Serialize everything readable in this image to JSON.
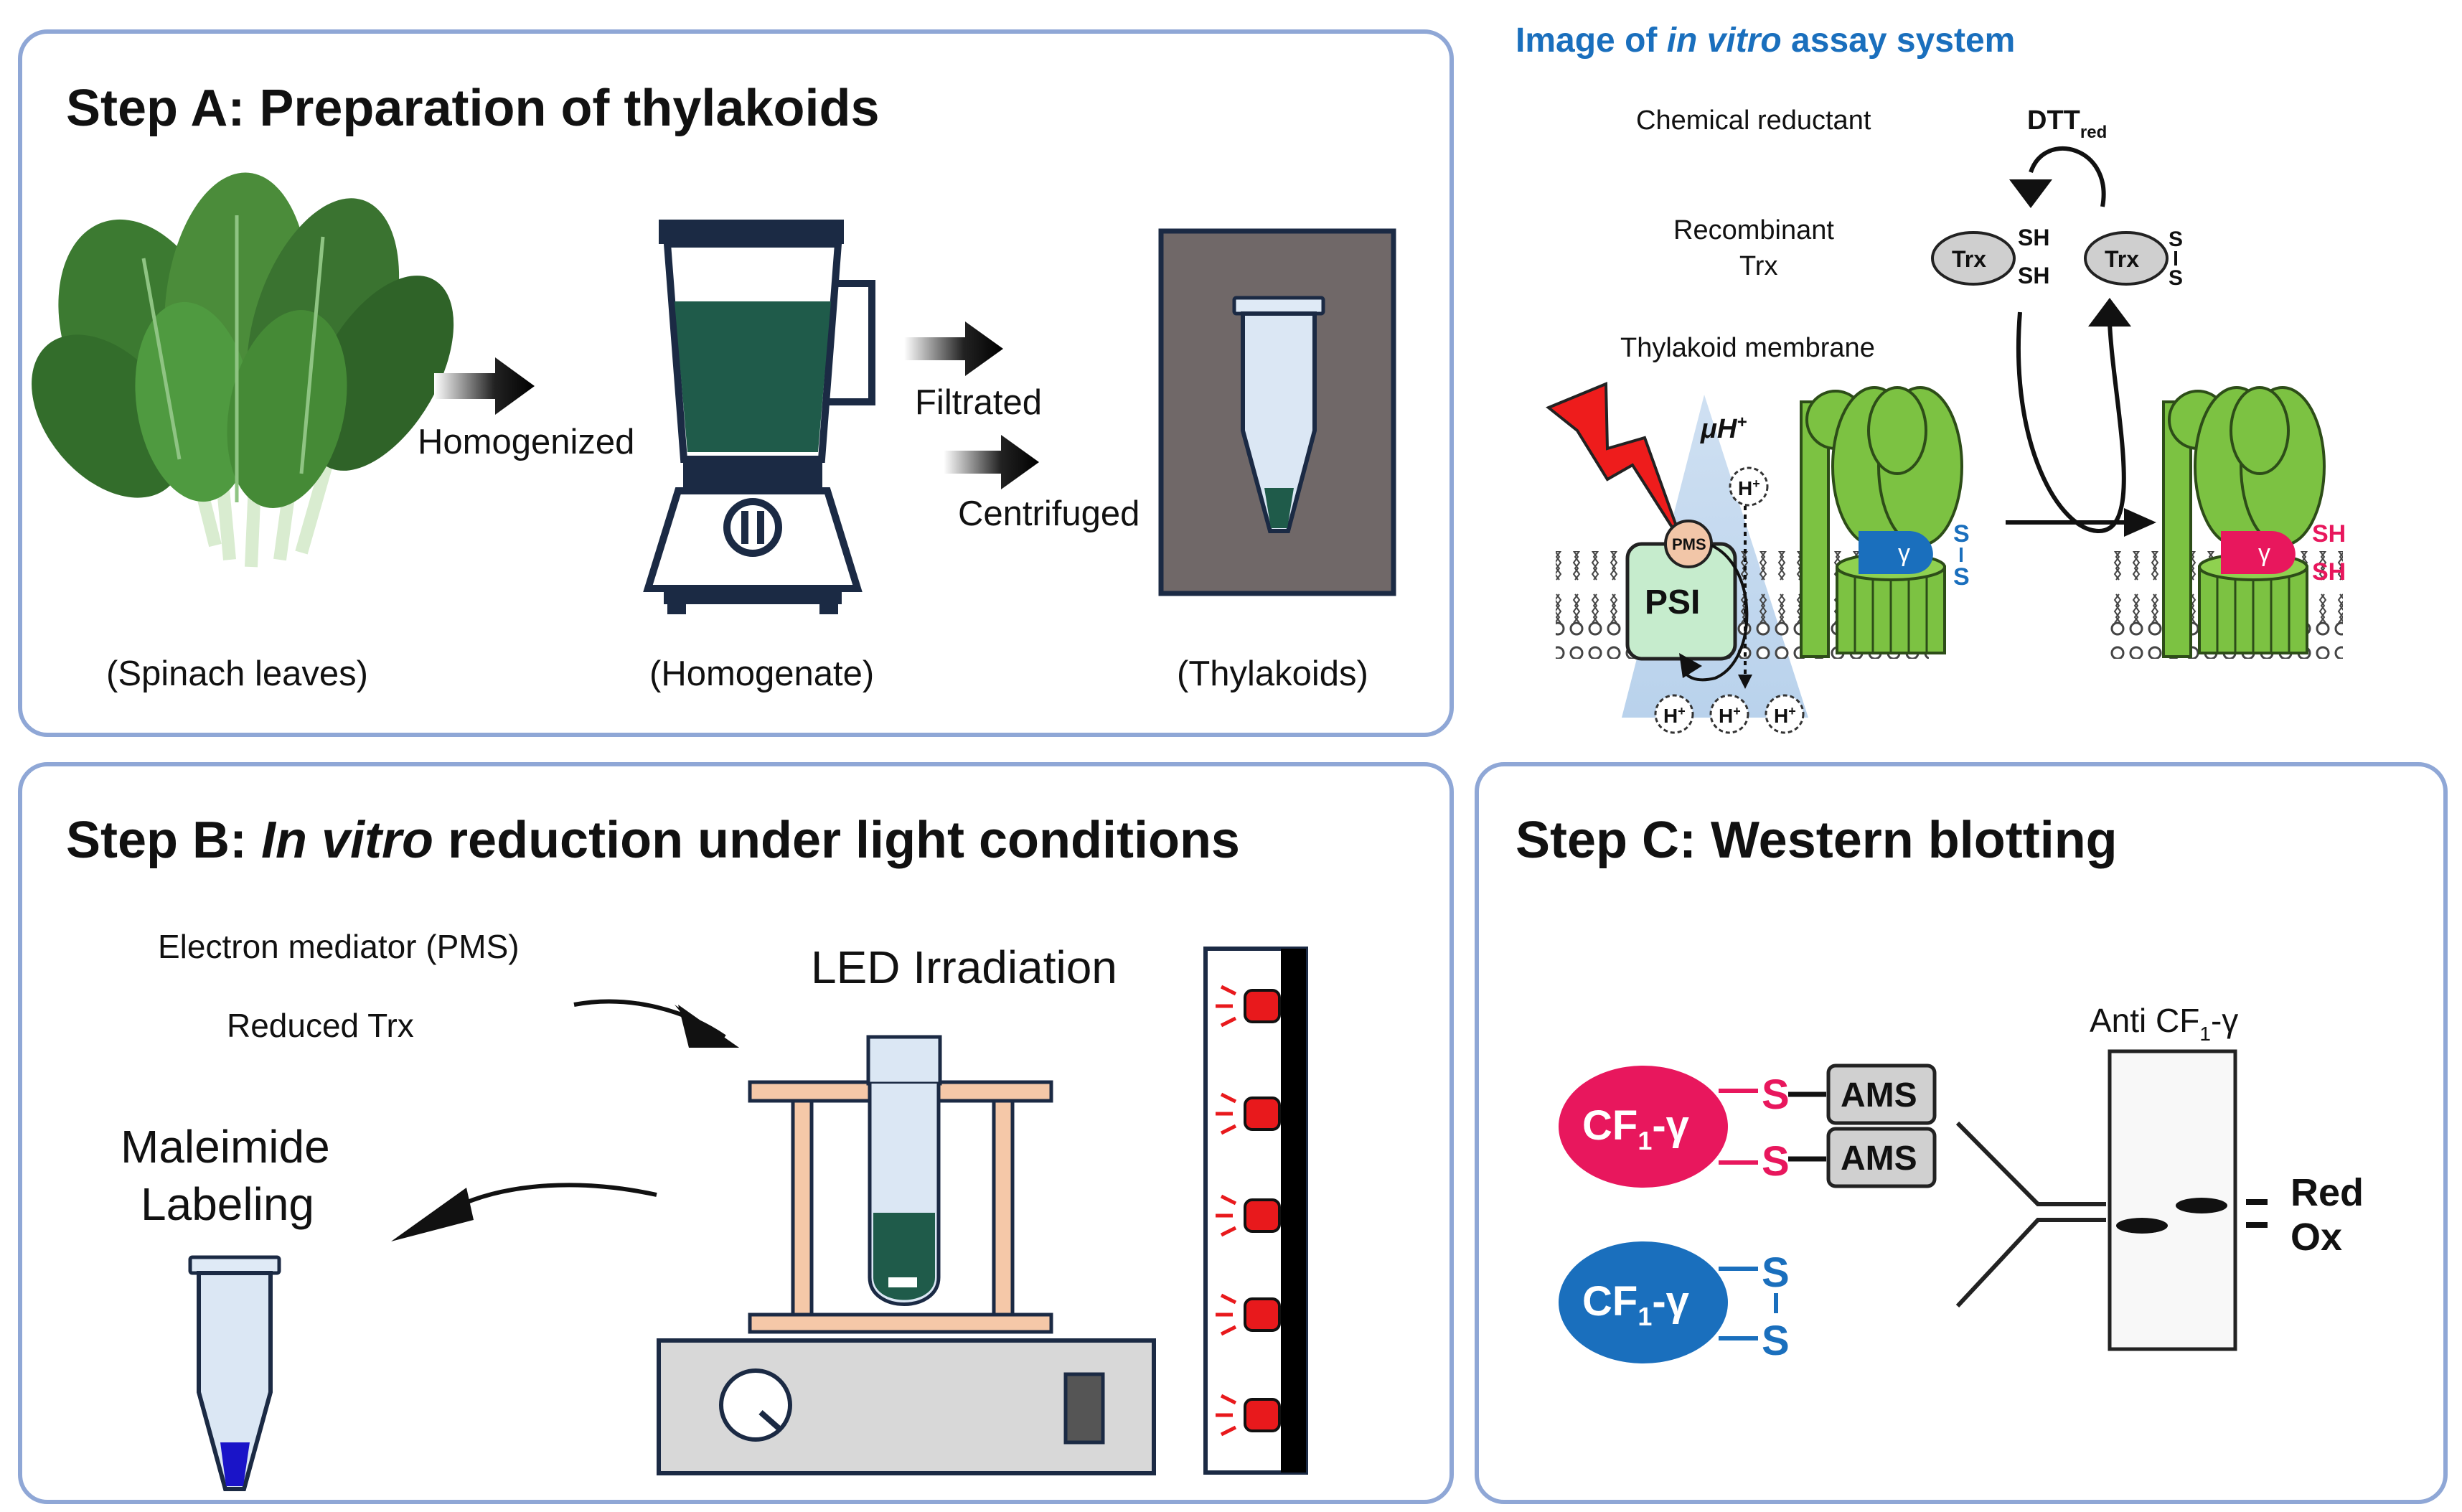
{
  "colors": {
    "panel_border": "#8fa7d6",
    "accent_blue": "#1a6fbd",
    "accent_red": "#e8175d",
    "leaf_green": "#7cc242",
    "homogenate_green": "#1f5b4a",
    "maleimide_blue": "#1a14c8"
  },
  "step_a": {
    "title": "Step A: Preparation of thylakoids",
    "arrow1_label": "Homogenized",
    "arrow2_label": "Filtrated",
    "arrow3_label": "Centrifuged",
    "caption_leaves": "(Spinach leaves)",
    "caption_homogenate": "(Homogenate)",
    "caption_thylakoids": "(Thylakoids)"
  },
  "assay": {
    "title_pre": "Image of ",
    "title_em": "in vitro",
    "title_post": " assay system",
    "chemical_reductant": "Chemical reductant",
    "dtt": "DTT",
    "dtt_sub": "red",
    "recombinant": "Recombinant",
    "trx_word": "Trx",
    "thylakoid_membrane": "Thylakoid membrane",
    "trx_label": "Trx",
    "sh": "SH",
    "s": "S",
    "mu_h": "μH",
    "mu_h_sup": "+",
    "h_plus": "H",
    "h_plus_sup": "+",
    "pms": "PMS",
    "psi": "PSI",
    "gamma": "γ"
  },
  "step_b": {
    "title_pre": "Step B: ",
    "title_em": "In vitro",
    "title_post": " reduction under light conditions",
    "mediator": "Electron mediator (PMS)",
    "reduced_trx": "Reduced Trx",
    "led": "LED Irradiation",
    "maleimide1": "Maleimide",
    "maleimide2": "Labeling"
  },
  "step_c": {
    "title": "Step C: Western blotting",
    "cf_pre": "CF",
    "cf_sub": "1",
    "cf_post": "-γ",
    "s": "S",
    "ams": "AMS",
    "anti_pre": "Anti CF",
    "anti_sub": "1",
    "anti_post": "-γ",
    "red": "Red",
    "ox": "Ox"
  }
}
